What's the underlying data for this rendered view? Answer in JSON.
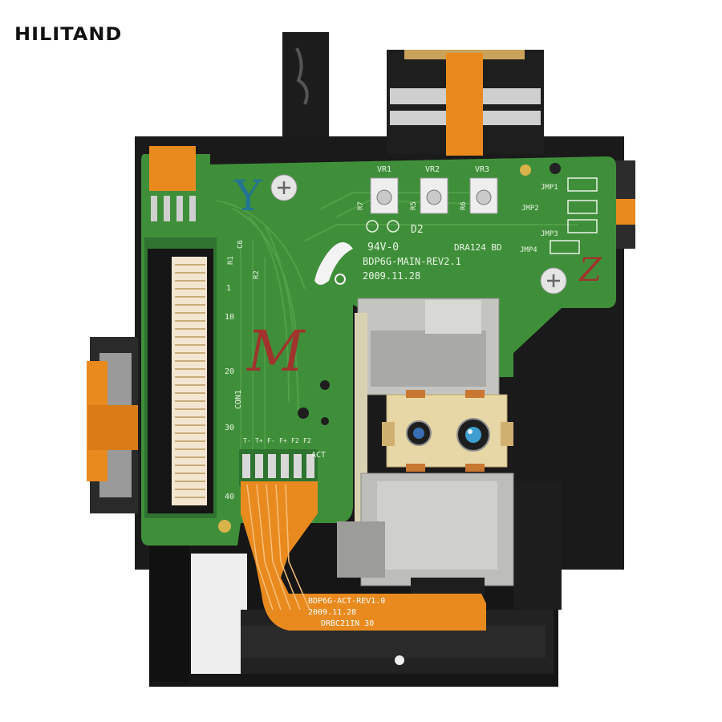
{
  "brand": {
    "logo_text": "HILITAND"
  },
  "pcb": {
    "silkscreen": {
      "vr_labels": [
        "VR1",
        "VR2",
        "VR3"
      ],
      "r_labels": [
        "R7",
        "R5",
        "R6"
      ],
      "jumpers": [
        "JMP1",
        "JMP2",
        "JMP3",
        "JMP4"
      ],
      "diode": "D2",
      "rating": "94V-0",
      "date_code": "DRA124 BD",
      "board_name": "BDP6G-MAIN-REV2.1",
      "board_date": "2009.11.28",
      "connector": "CON1",
      "pin_numbers": [
        "1",
        "10",
        "20",
        "30",
        "40"
      ],
      "small_labels": [
        "R1",
        "C6",
        "R2"
      ],
      "act_label": "ACT",
      "act_pins": [
        "T-",
        "T+",
        "F-",
        "F+",
        "F2",
        "F2"
      ]
    },
    "handwriting": {
      "mark_red": "M",
      "mark_blue": "Y",
      "mark_right": "Z"
    }
  },
  "flex": {
    "board_name": "BDP6G-ACT-REV1.0",
    "board_date": "2009.11.28",
    "code": "DRBC21IN 30"
  },
  "colors": {
    "pcb_green": "#3f8f3a",
    "pcb_dark": "#2f7330",
    "flex_orange": "#e98a1f",
    "frame_black": "#1a1a1a",
    "metal": "#b9b9b6",
    "handwriting_red": "#b2232a",
    "handwriting_blue": "#1f6fa6"
  },
  "icons": [
    "samsung-logo-icon",
    "ul-mark-icon",
    "screw-icon",
    "lens-icon"
  ]
}
